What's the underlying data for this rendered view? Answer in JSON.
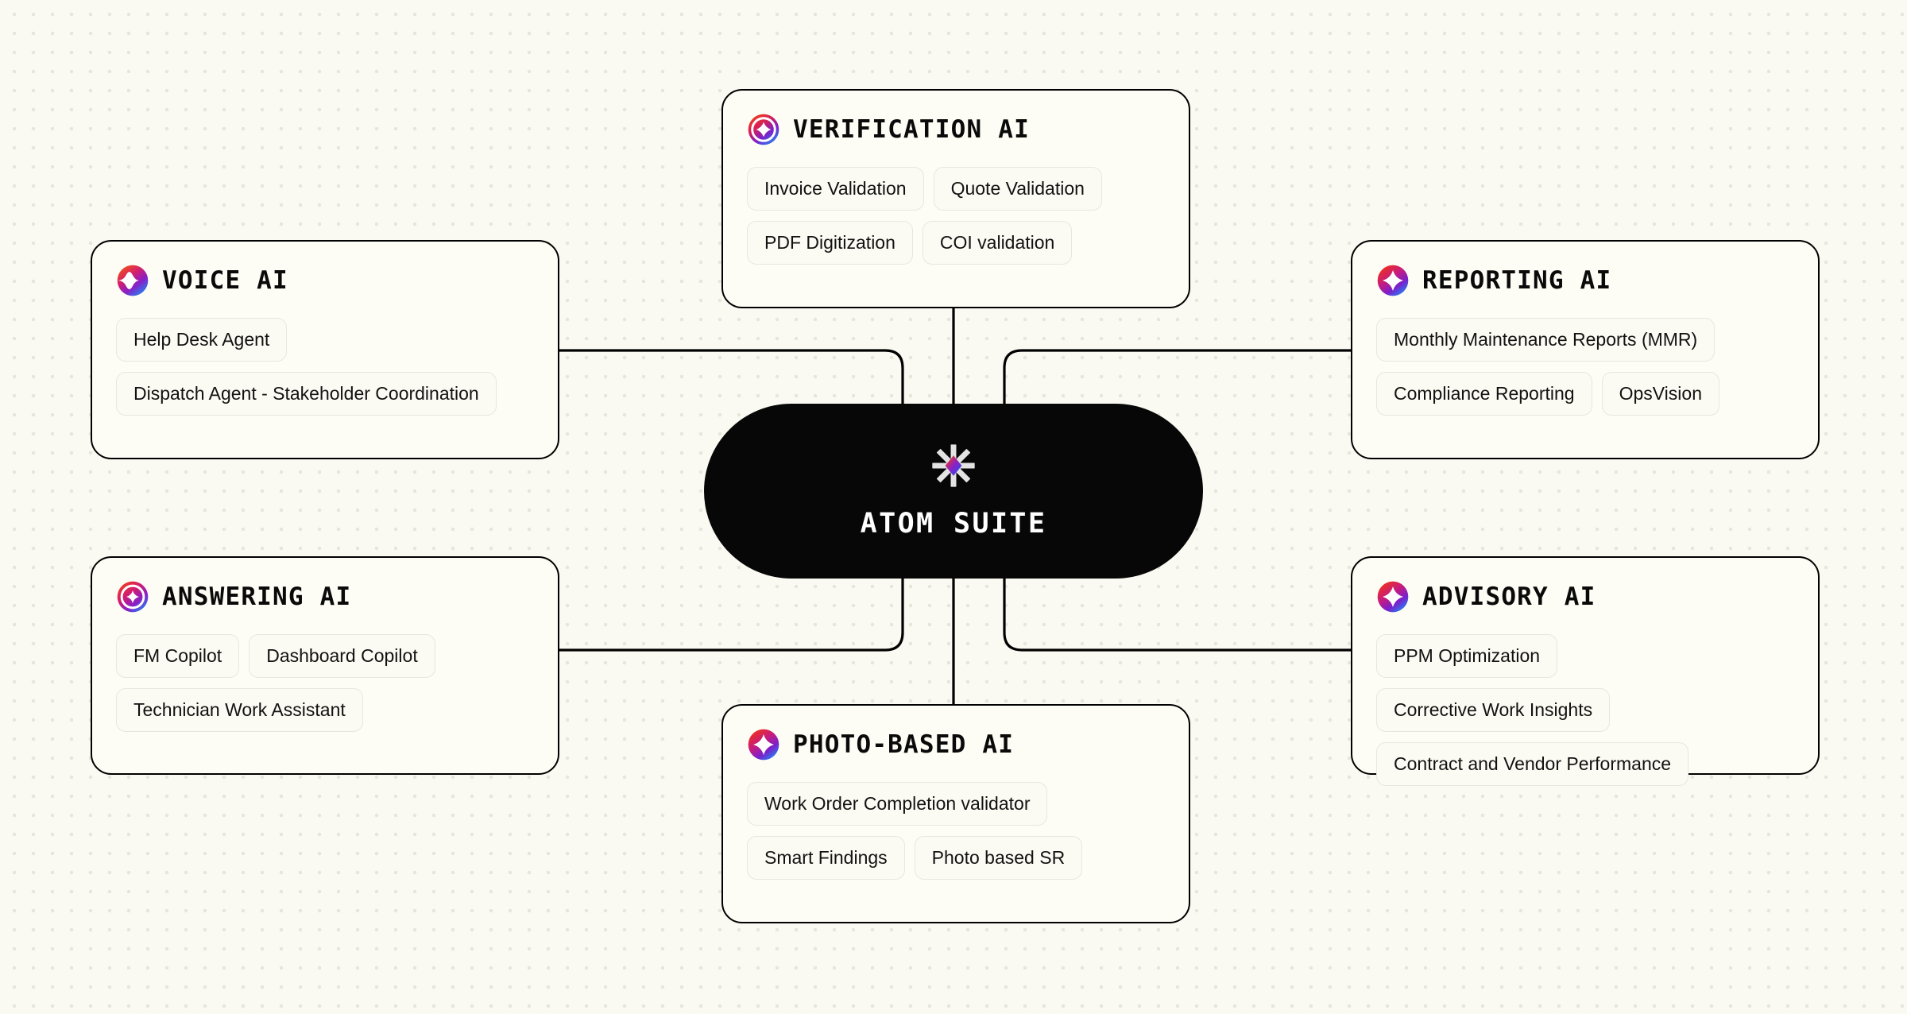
{
  "hub": {
    "title": "ATOM SUITE",
    "logo_icon": "atom-starburst-icon",
    "background_color": "#070707",
    "text_color": "#ffffff"
  },
  "theme": {
    "page_background": "#fbfaf2",
    "dot_color": "#e7e6dc",
    "card_background": "#fdfdf5",
    "card_border": "#000000",
    "chip_background": "#fbfbf3",
    "chip_border": "#e9e7dd",
    "gradient_start": "#e8342a",
    "gradient_mid": "#8b21c4",
    "gradient_end": "#1f7bf0"
  },
  "cards": [
    {
      "id": "voice",
      "title": "VOICE AI",
      "icon": "voice-wave-gradient-icon",
      "chips": [
        "Help Desk Agent",
        "Dispatch Agent - Stakeholder Coordination"
      ]
    },
    {
      "id": "answering",
      "title": "ANSWERING AI",
      "icon": "answering-spark-gradient-icon",
      "chips": [
        "FM Copilot",
        "Dashboard Copilot",
        "Technician Work Assistant"
      ]
    },
    {
      "id": "verification",
      "title": "VERIFICATION AI",
      "icon": "verification-ring-gradient-icon",
      "chips": [
        "Invoice Validation",
        "Quote Validation",
        "PDF Digitization",
        "COI validation"
      ]
    },
    {
      "id": "photo",
      "title": "PHOTO-BASED AI",
      "icon": "photo-spark-gradient-icon",
      "chips": [
        "Work Order Completion validator",
        "Smart Findings",
        "Photo based SR"
      ]
    },
    {
      "id": "reporting",
      "title": "REPORTING AI",
      "icon": "reporting-spark-gradient-icon",
      "chips": [
        "Monthly Maintenance Reports (MMR)",
        "Compliance Reporting",
        "OpsVision"
      ]
    },
    {
      "id": "advisory",
      "title": "ADVISORY AI",
      "icon": "advisory-spark-gradient-icon",
      "chips": [
        "PPM Optimization",
        "Corrective Work Insights",
        "Contract and Vendor Performance"
      ]
    }
  ]
}
